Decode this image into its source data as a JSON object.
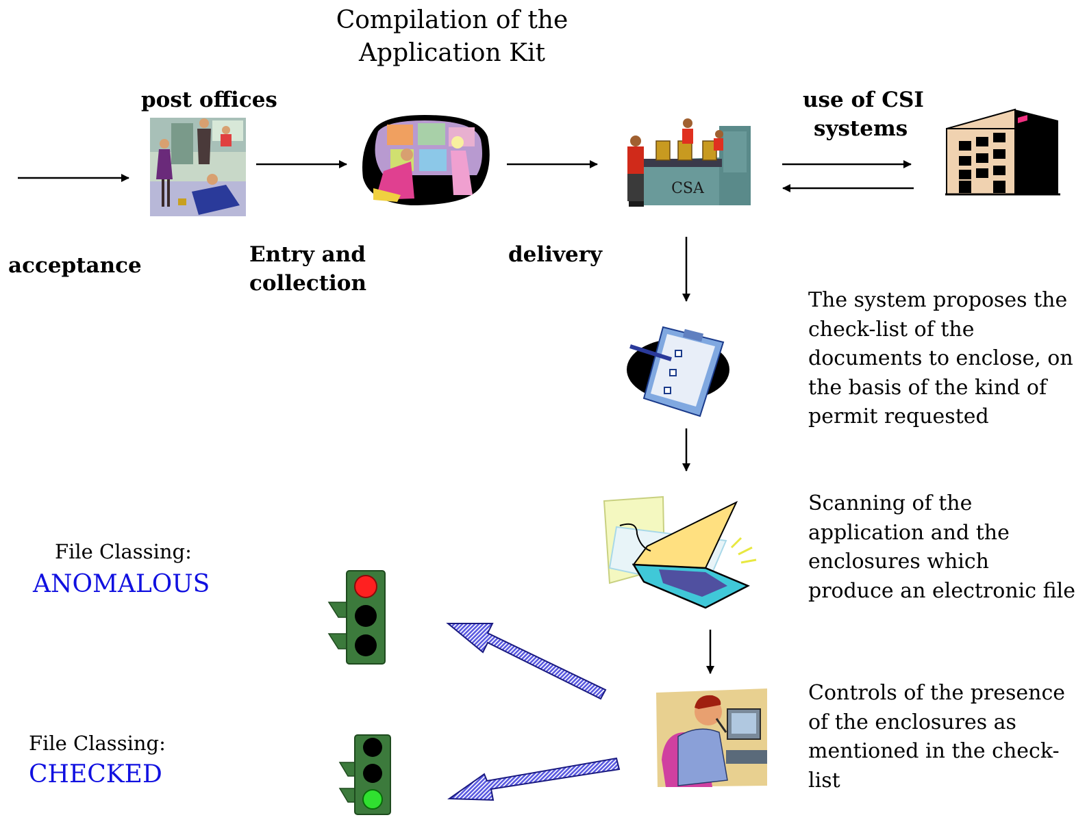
{
  "diagram": {
    "title_line1": "Compilation of the",
    "title_line2": "Application Kit",
    "labels": {
      "post_offices": "post offices",
      "use_csi_1": "use of CSI",
      "use_csi_2": "systems",
      "acceptance": "acceptance",
      "entry_1": "Entry and",
      "entry_2": "collection",
      "delivery": "delivery",
      "csa": "CSA"
    },
    "descriptions": {
      "checklist": "The system proposes the\ncheck-list of the\ndocuments to enclose, on\nthe basis of the kind of\npermit requested",
      "scanning": "Scanning of the\napplication and the\nenclosures which\nproduce an electronic file",
      "controls": "Controls of the presence\nof the enclosures as\nmentioned in the check-\nlist"
    },
    "classing": {
      "anomalous_label": "File Classing:",
      "anomalous_status": "ANOMALOUS",
      "checked_label": "File Classing:",
      "checked_status": "CHECKED"
    },
    "colors": {
      "status_text": "#1010e0",
      "traffic_light_body": "#3c7a3c",
      "light_red": "#ff2020",
      "light_green": "#30e030",
      "light_off": "#000000",
      "building_wall": "#f0d2b0",
      "hatched_arrow": "#4040d0",
      "scanner": "#40c8d8"
    },
    "icons": [
      "post-office-clipart-icon",
      "collection-clipart-icon",
      "csa-desk-clipart-icon",
      "building-icon",
      "checklist-clipboard-icon",
      "scanner-icon",
      "operator-computer-icon",
      "traffic-light-red-icon",
      "traffic-light-green-icon"
    ]
  }
}
